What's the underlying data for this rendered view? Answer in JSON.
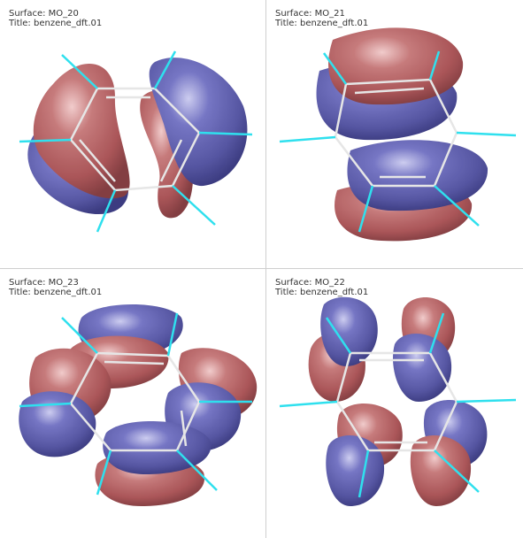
{
  "panels": [
    {
      "surface": "Surface: MO_20",
      "title": "Title: benzene_dft.01"
    },
    {
      "surface": "Surface: MO_21",
      "title": "Title: benzene_dft.01"
    },
    {
      "surface": "Surface: MO_23",
      "title": "Title: benzene_dft.01"
    },
    {
      "surface": "Surface: MO_22",
      "title": "Title: benzene_dft.01"
    }
  ],
  "colors": {
    "positive_lobe": "#b05a5c",
    "negative_lobe": "#4e4fa0",
    "bond": "#e8e8e8",
    "hydrogen_bond": "#2fe0ee"
  }
}
